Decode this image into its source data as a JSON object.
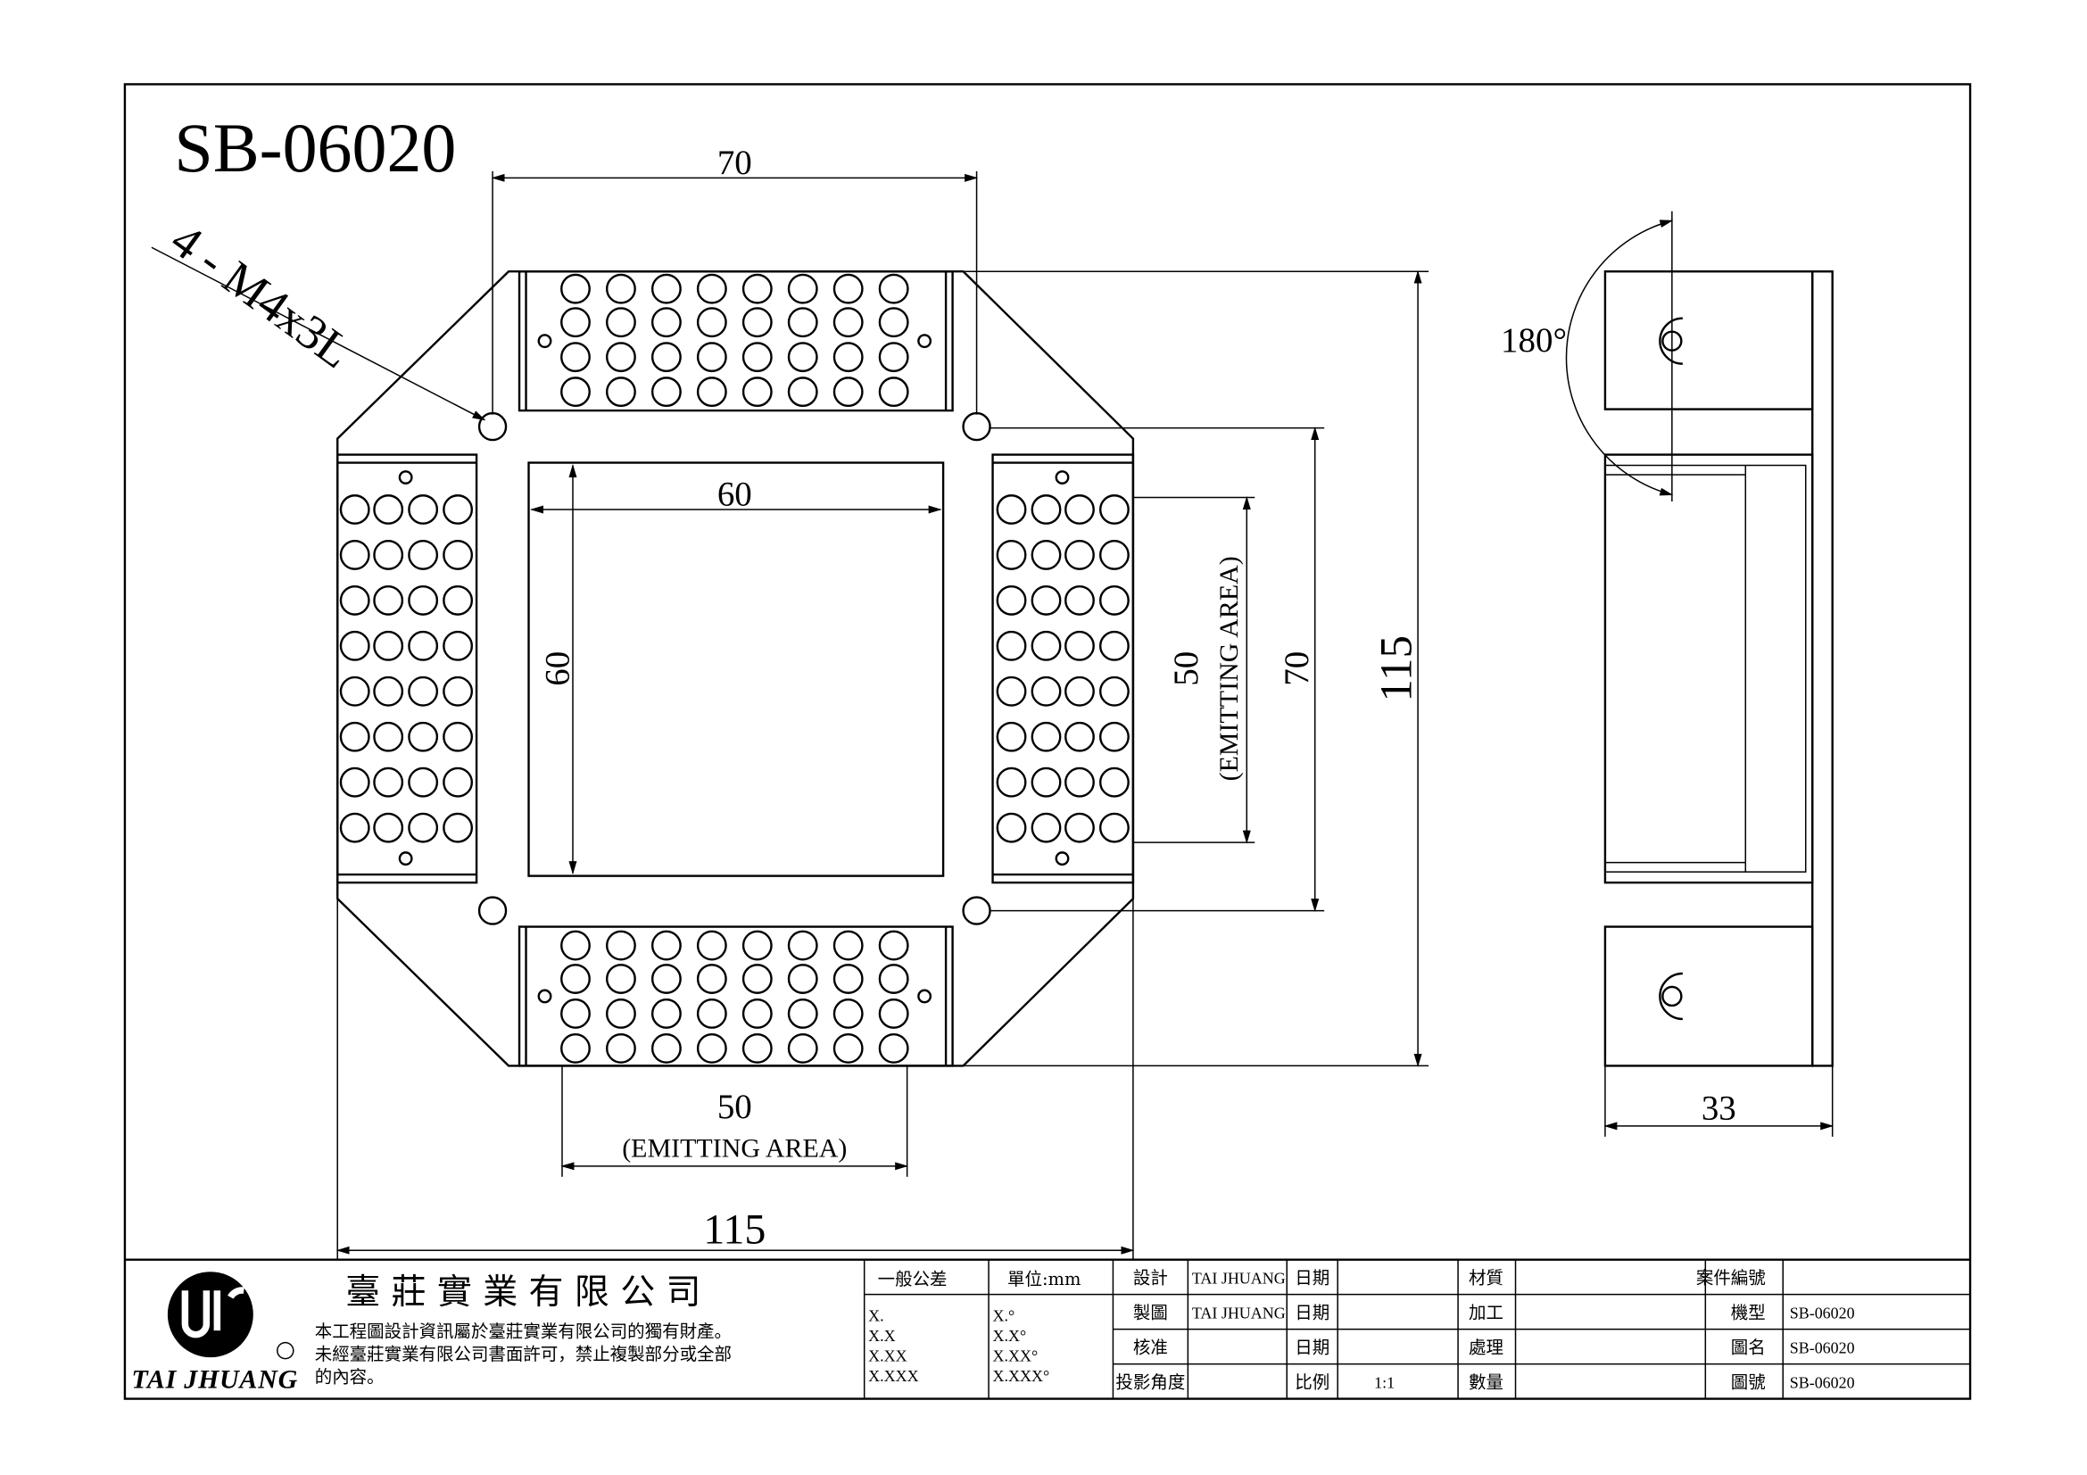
{
  "drawing": {
    "part_number": "SB-06020",
    "hole_note": "4 - M4x3L",
    "angle_label": "180°",
    "dimensions": {
      "top_hole_spacing": "70",
      "window_width": "60",
      "window_height": "60",
      "emitting_vertical": "50",
      "emitting_vertical_note": "(EMITTING AREA)",
      "hole_spacing_vertical": "70",
      "overall_height": "115",
      "emitting_bottom": "50",
      "emitting_bottom_note": "(EMITTING AREA)",
      "overall_width": "115",
      "side_depth": "33"
    }
  },
  "title_block": {
    "company": "臺 莊 實 業 有 限 公 司",
    "logo_text": "TAI JHUANG",
    "notice_lines": [
      "本工程圖設計資訊屬於臺莊實業有限公司的獨有財產。",
      "未經臺莊實業有限公司書面許可，禁止複製部分或全部",
      "的內容。"
    ],
    "tolerance_header": "一般公差",
    "unit_header": "單位:mm",
    "tolerances": [
      "X.",
      "X.X",
      "X.XX",
      "X.XXX"
    ],
    "angle_tolerances": [
      "X.°",
      "X.X°",
      "X.XX°",
      "X.XXX°"
    ],
    "rows": [
      {
        "l1": "設計",
        "v1": "TAI JHUANG",
        "l2": "日期",
        "v2": "",
        "l3": "材質",
        "v3": "",
        "l4": "案件編號",
        "v4": ""
      },
      {
        "l1": "製圖",
        "v1": "TAI JHUANG",
        "l2": "日期",
        "v2": "",
        "l3": "加工",
        "v3": "",
        "l4": "機型",
        "v4": "SB-06020"
      },
      {
        "l1": "核准",
        "v1": "",
        "l2": "日期",
        "v2": "",
        "l3": "處理",
        "v3": "",
        "l4": "圖名",
        "v4": "SB-06020"
      },
      {
        "l1": "投影角度",
        "v1": "",
        "l2": "比例",
        "v2": "1:1",
        "l3": "數量",
        "v3": "",
        "l4": "圖號",
        "v4": "SB-06020"
      }
    ]
  }
}
